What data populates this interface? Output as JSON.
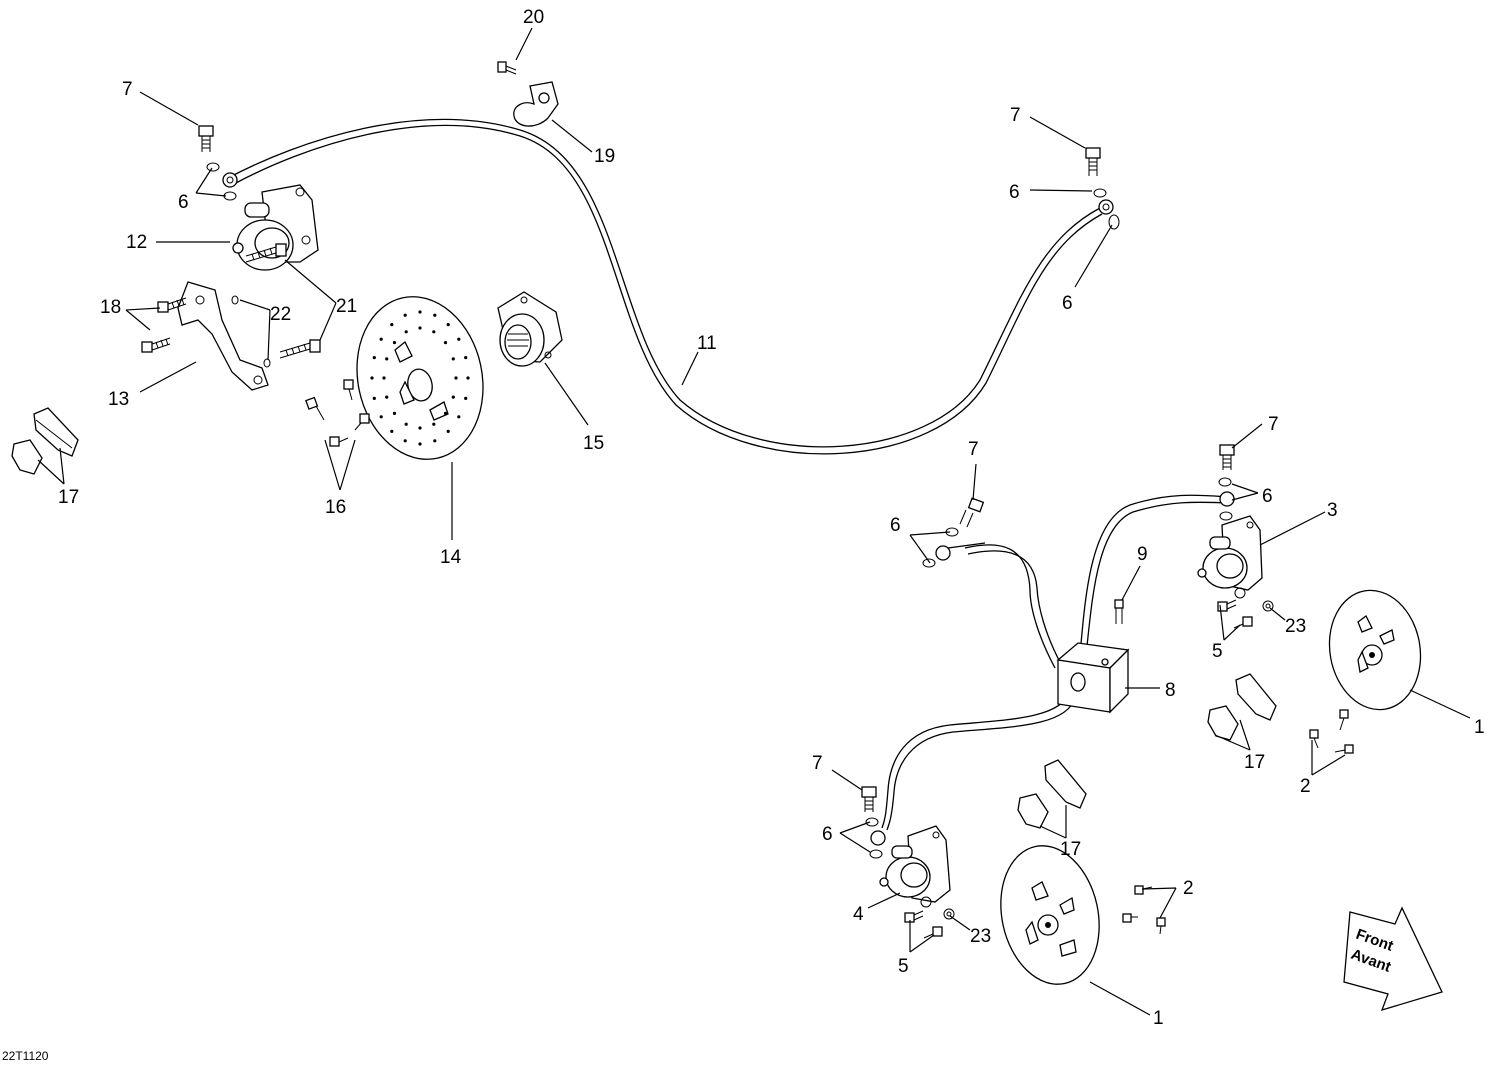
{
  "diagram_code": "22T1120",
  "direction_arrow": {
    "line1": "Front",
    "line2": "Avant"
  },
  "callouts": {
    "n1": "1",
    "n2": "2",
    "n3": "3",
    "n4": "4",
    "n5": "5",
    "n6": "6",
    "n7": "7",
    "n8": "8",
    "n9": "9",
    "n11": "11",
    "n12": "12",
    "n13": "13",
    "n14": "14",
    "n15": "15",
    "n16": "16",
    "n17": "17",
    "n18": "18",
    "n19": "19",
    "n20": "20",
    "n21": "21",
    "n22": "22",
    "n23": "23"
  }
}
